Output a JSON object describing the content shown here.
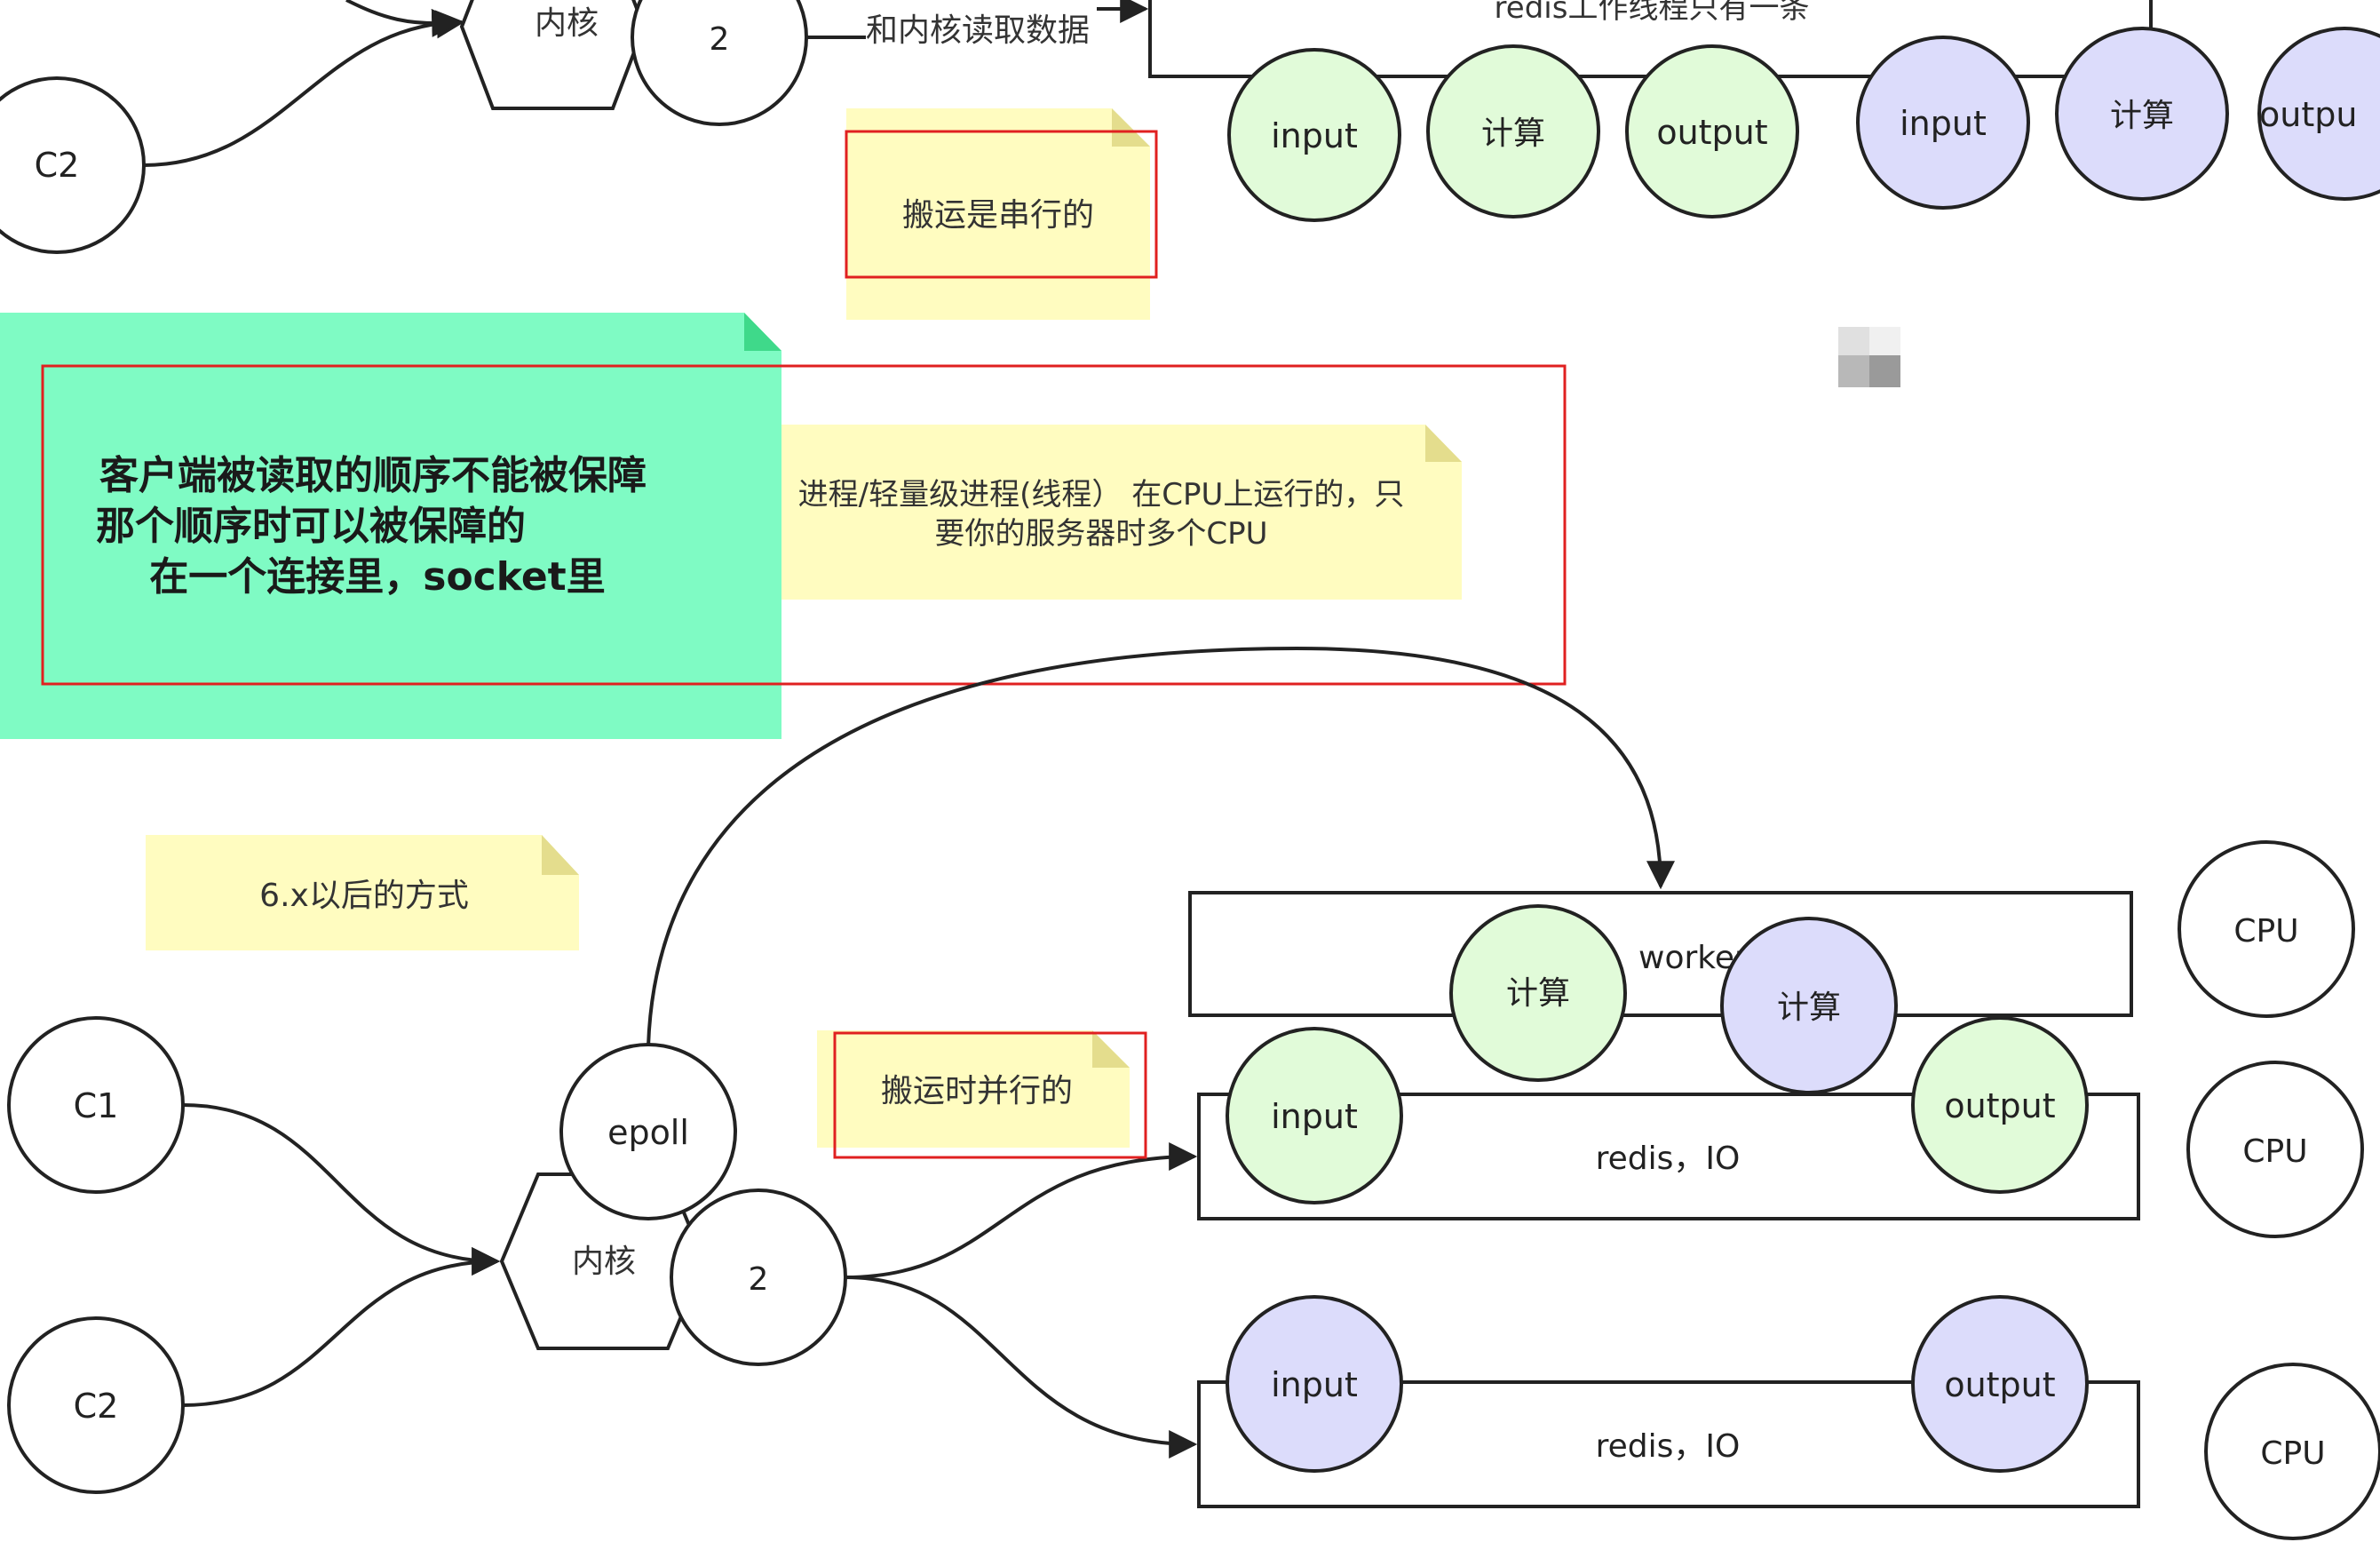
{
  "top": {
    "kernel_label": "内核",
    "two_label": "2",
    "c2_label": "C2",
    "read_data_label": "和内核读取数据",
    "redis_thread_label": "redis工作线程只有一条",
    "nodes": [
      "input",
      "计算",
      "output",
      "input",
      "计算",
      "outpu"
    ],
    "serial_note": "搬运是串行的"
  },
  "middle": {
    "order_note_lines": [
      "客户端被读取的顺序不能被保障",
      "那个顺序时可以被保障的",
      "在一个连接里，socket里"
    ],
    "process_note_lines": [
      "进程/轻量级进程(线程）  在CPU上运行的，只",
      "要你的服务器时多个CPU"
    ]
  },
  "bottom": {
    "version_note": "6.x以后的方式",
    "parallel_note": "搬运时并行的",
    "c1_label": "C1",
    "c2_label": "C2",
    "epoll_label": "epoll",
    "kernel_label": "内核",
    "two_label": "2",
    "worker_label": "worker",
    "compute_label": "计算",
    "input_label": "input",
    "output_label": "output",
    "redis_io_label": "redis，IO",
    "cpu_label": "CPU"
  },
  "colors": {
    "green_node": "#e1fbd9",
    "purple_node": "#dcdcfb",
    "yellow_note": "#fffcc0",
    "green_note": "#7ffbc4",
    "red_box": "#e02020"
  }
}
